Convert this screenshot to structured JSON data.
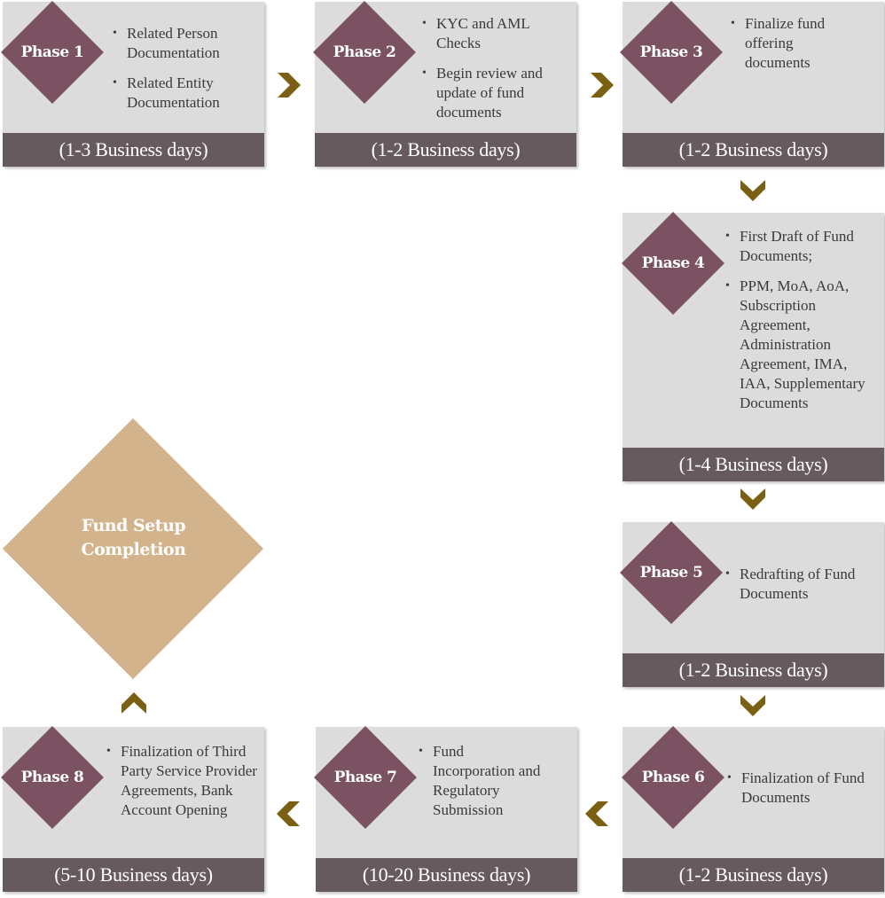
{
  "colors": {
    "card": "#dcdcdc",
    "footer": "#675a5f",
    "phase_diamond": "#7a5262",
    "final_diamond": "#d3b38c",
    "arrow": "#7a6012"
  },
  "phases": [
    {
      "label": "Phase 1",
      "items": [
        "Related Person Documentation",
        "Related Entity Documentation"
      ],
      "duration": "(1-3 Business days)"
    },
    {
      "label": "Phase 2",
      "items": [
        "KYC and AML Checks",
        "Begin review and update of fund documents"
      ],
      "duration": "(1-2 Business days)"
    },
    {
      "label": "Phase 3",
      "items": [
        "Finalize fund offering documents"
      ],
      "duration": "(1-2 Business days)"
    },
    {
      "label": "Phase 4",
      "items": [
        "First Draft of Fund Documents;",
        "PPM, MoA, AoA, Subscription Agreement, Administration Agreement, IMA, IAA, Supplementary Documents"
      ],
      "duration": "(1-4 Business days)"
    },
    {
      "label": "Phase 5",
      "items": [
        "Redrafting of Fund Documents"
      ],
      "duration": "(1-2 Business days)"
    },
    {
      "label": "Phase 6",
      "items": [
        "Finalization of Fund Documents"
      ],
      "duration": "(1-2 Business days)"
    },
    {
      "label": "Phase 7",
      "items": [
        "Fund Incorporation and Regulatory Submission"
      ],
      "duration": "(10-20 Business days)"
    },
    {
      "label": "Phase 8",
      "items": [
        "Finalization of Third Party Service Provider Agreements, Bank Account Opening"
      ],
      "duration": "(5-10 Business days)"
    }
  ],
  "final": {
    "line1": "Fund Setup",
    "line2": "Completion"
  },
  "arrows": [
    {
      "name": "arrow-phase1-to-phase2",
      "direction": "right"
    },
    {
      "name": "arrow-phase2-to-phase3",
      "direction": "right"
    },
    {
      "name": "arrow-phase3-to-phase4",
      "direction": "down"
    },
    {
      "name": "arrow-phase4-to-phase5",
      "direction": "down"
    },
    {
      "name": "arrow-phase5-to-phase6",
      "direction": "down"
    },
    {
      "name": "arrow-phase6-to-phase7",
      "direction": "left"
    },
    {
      "name": "arrow-phase7-to-phase8",
      "direction": "left"
    },
    {
      "name": "arrow-phase8-to-completion",
      "direction": "up"
    }
  ]
}
